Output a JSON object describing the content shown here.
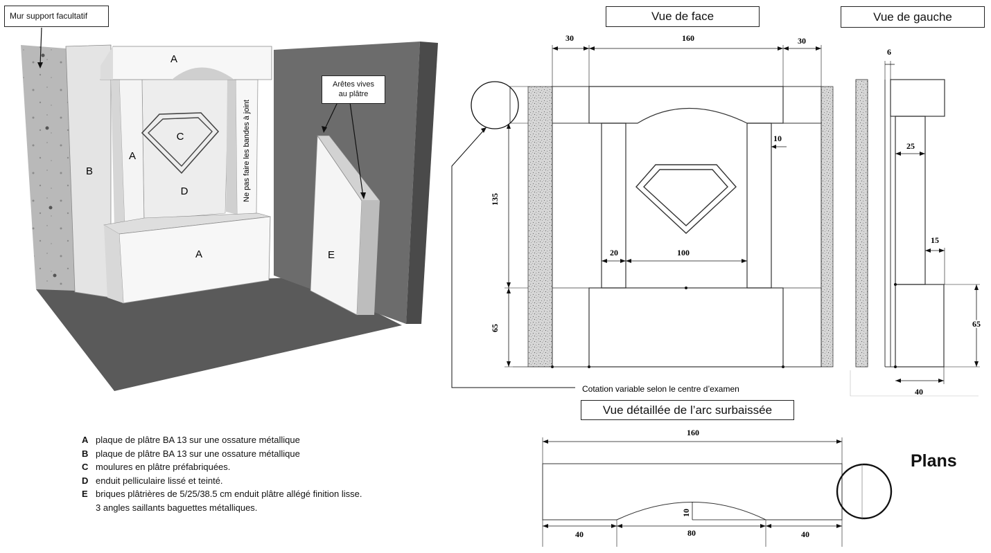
{
  "iso_view": {
    "wall_label": "Mur support facultatif",
    "edge_label_line1": "Arêtes vives",
    "edge_label_line2": "au plâtre",
    "joint_label": "Ne pas faire les bandes à joint",
    "part_letters": {
      "a_top": "A",
      "a_left": "A",
      "a_bottom": "A",
      "b": "B",
      "c": "C",
      "d": "D",
      "e": "E"
    }
  },
  "front_view": {
    "title": "Vue de face",
    "dims": {
      "left_margin": "30",
      "width": "160",
      "right_margin": "30",
      "pillar_gap": "10",
      "height_upper": "135",
      "height_lower": "65",
      "pillar_width": "20",
      "inner_width": "100"
    },
    "note": "Cotation variable selon le centre d’examen"
  },
  "left_view": {
    "title": "Vue de gauche",
    "dims": {
      "thickness": "6",
      "top_depth": "25",
      "pillar_depth": "15",
      "base_height": "65",
      "base_depth": "40"
    }
  },
  "arc_view": {
    "title": "Vue détaillée de l’arc surbaissée",
    "dims": {
      "total": "160",
      "rise": "10",
      "left": "40",
      "middle": "80",
      "right": "40"
    }
  },
  "legend": [
    {
      "key": "A",
      "text": "plaque de plâtre BA 13 sur une ossature métallique"
    },
    {
      "key": "B",
      "text": "plaque de plâtre BA 13 sur une ossature métallique"
    },
    {
      "key": "C",
      "text": "moulures en plâtre préfabriquées."
    },
    {
      "key": "D",
      "text": "enduit pelliculaire lissé et teinté."
    },
    {
      "key": "E",
      "text": "briques plâtrières de 5/25/38.5 cm  enduit plâtre allégé finition lisse."
    }
  ],
  "legend_extra": "3 angles saillants  baguettes métalliques.",
  "plans_label": "Plans"
}
